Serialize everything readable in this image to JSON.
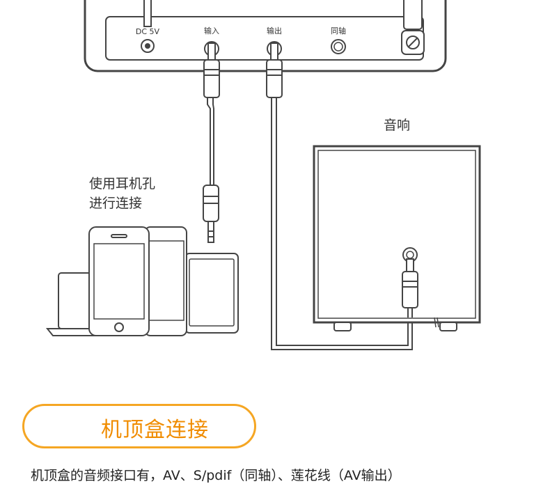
{
  "device": {
    "ports": {
      "dc": "DC 5V",
      "input": "输入",
      "output": "输出",
      "coaxial": "同轴"
    }
  },
  "speaker": {
    "label": "音响"
  },
  "phone_hint": {
    "line1": "使用耳机孔",
    "line2": "进行连接"
  },
  "section": {
    "title": "机顶盒连接",
    "description": "机顶盒的音频接口有，AV、S/pdif（同轴）、莲花线（AV输出）"
  },
  "colors": {
    "accent": "#f5a623",
    "accent_text": "#f08c00",
    "line": "#444444"
  }
}
